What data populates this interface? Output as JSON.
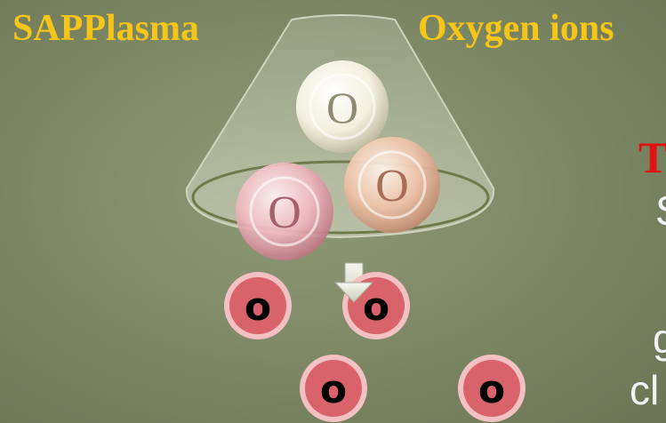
{
  "header": {
    "left_title": "SAPPlasma",
    "right_title": "Oxygen ions"
  },
  "funnel_balls": [
    {
      "label": "O"
    },
    {
      "label": "O"
    },
    {
      "label": "O"
    }
  ],
  "ions": [
    {
      "label": "o"
    },
    {
      "label": "o"
    },
    {
      "label": "o"
    },
    {
      "label": "o"
    }
  ],
  "side_text": {
    "t": "T",
    "s": "S",
    "g": "g",
    "cl": "cl"
  },
  "colors": {
    "title": "#f5c518",
    "highlight": "#e11212",
    "ion_fill": "#d9636a",
    "ion_ring": "#f3c1c2",
    "background": "#7f8a68"
  }
}
